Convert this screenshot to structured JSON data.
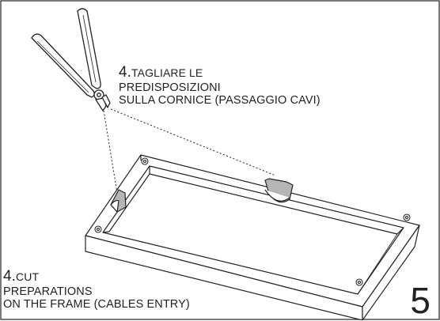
{
  "instruction_it": {
    "step": "4.",
    "line1": "TAGLIARE LE",
    "line2": "PREDISPOSIZIONI",
    "line3": "SULLA CORNICE (PASSAGGIO CAVI)"
  },
  "instruction_en": {
    "step": "4.",
    "line1": "CUT",
    "line2": "PREPARATIONS",
    "line3": "ON THE FRAME (CABLES ENTRY)"
  },
  "step_number": "5",
  "icons": {
    "tool": "cutting-pliers-icon",
    "screws": "screw-icon"
  },
  "colors": {
    "line": "#222222",
    "cutout_fill": "#b5b5b5"
  }
}
